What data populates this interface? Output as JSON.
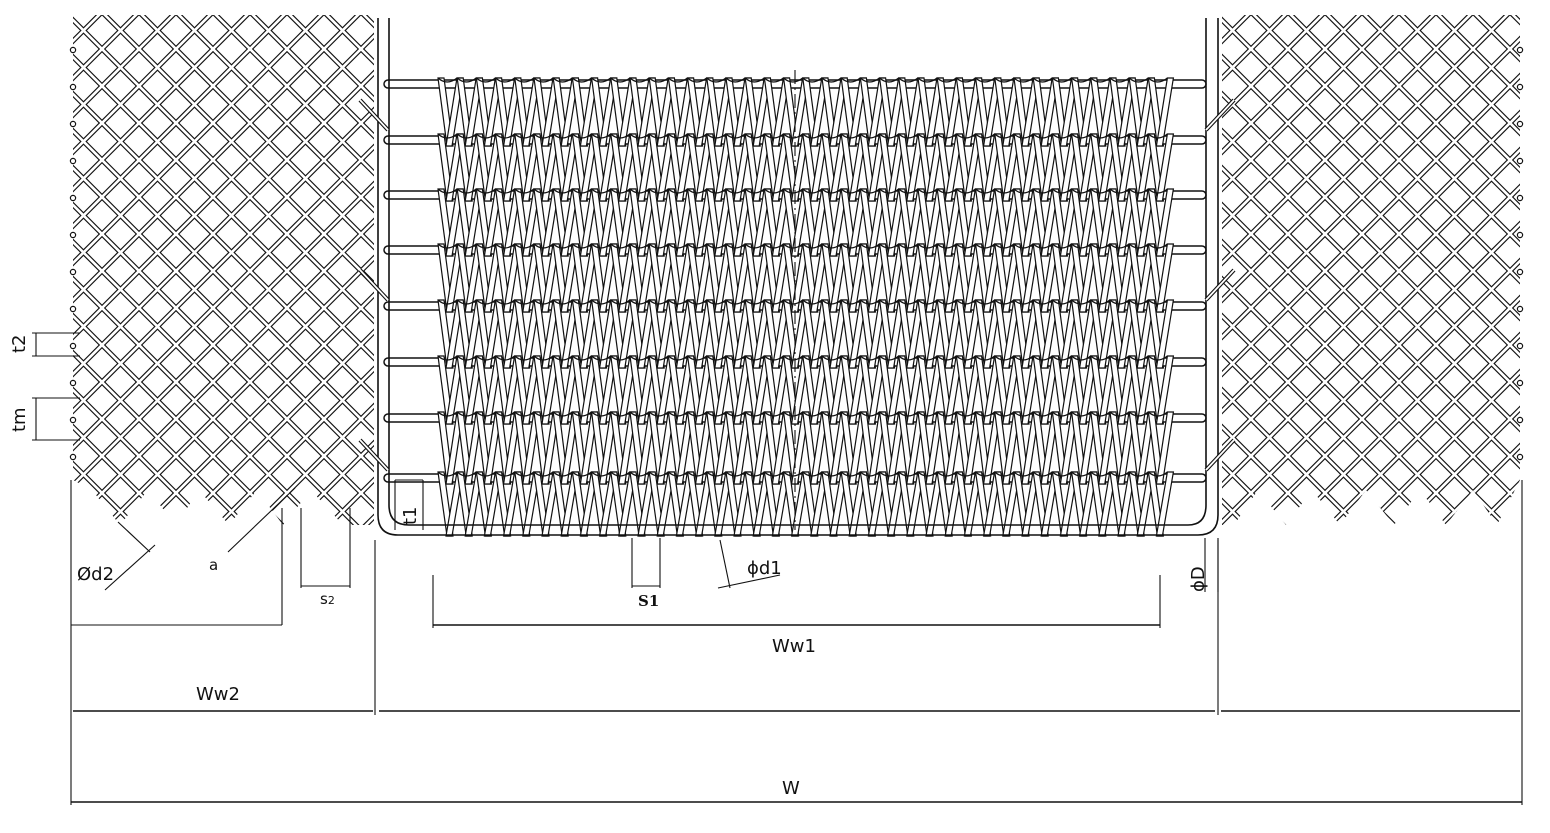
{
  "labels": {
    "t2": "t2",
    "tm": "tm",
    "d2": "Ød2",
    "a": "a",
    "s2_main": "s",
    "s2_sub": "2",
    "t1": "t1",
    "s1": "S1",
    "d1": "ϕd1",
    "D": "ϕD",
    "Ww1": "Ww1",
    "Ww2": "Ww2",
    "W": "W"
  },
  "colors": {
    "ink": "#111111",
    "paper": "#ffffff"
  }
}
